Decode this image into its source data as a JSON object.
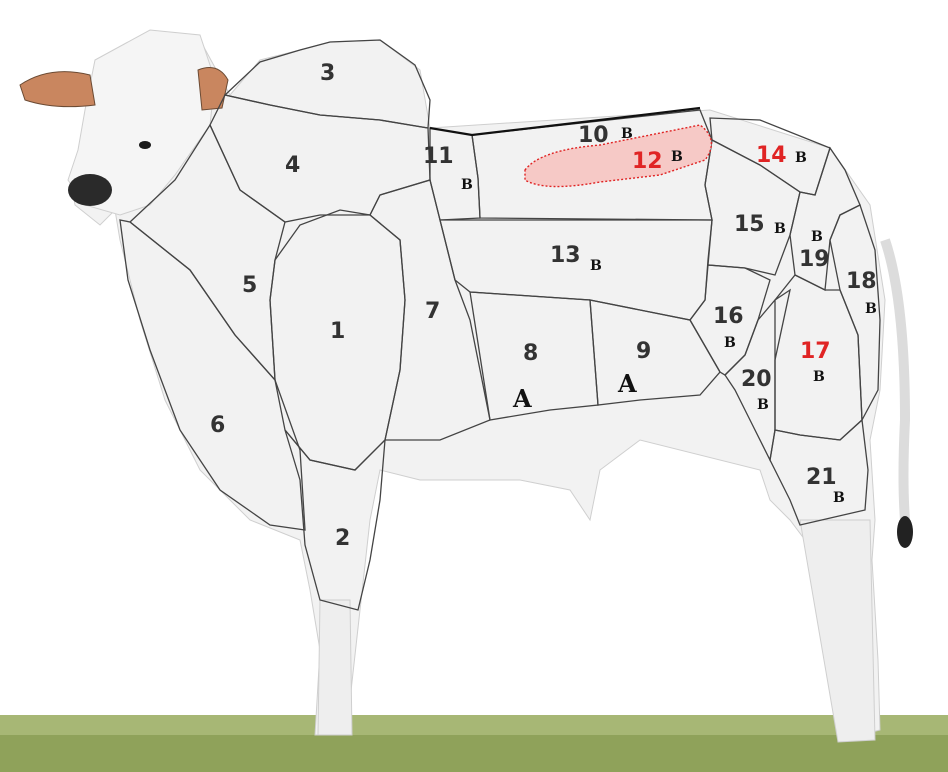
{
  "colors": {
    "forequarter": "#f0efc7",
    "grade_a": "#f1c8ec",
    "highlight": "#f6c9c6",
    "label_red": "#e02424",
    "label_dark": "#333333",
    "body": "#f3f3f3",
    "grass": "#9db06a"
  },
  "cuts": [
    {
      "id": "1",
      "grade": ""
    },
    {
      "id": "2",
      "grade": ""
    },
    {
      "id": "3",
      "grade": ""
    },
    {
      "id": "4",
      "grade": ""
    },
    {
      "id": "5",
      "grade": ""
    },
    {
      "id": "6",
      "grade": ""
    },
    {
      "id": "7",
      "grade": ""
    },
    {
      "id": "8",
      "grade": "A"
    },
    {
      "id": "9",
      "grade": "A"
    },
    {
      "id": "10",
      "grade": "B"
    },
    {
      "id": "11",
      "grade": "B"
    },
    {
      "id": "12",
      "grade": "B"
    },
    {
      "id": "13",
      "grade": "B"
    },
    {
      "id": "14",
      "grade": "B"
    },
    {
      "id": "15",
      "grade": "B"
    },
    {
      "id": "16",
      "grade": "B"
    },
    {
      "id": "17",
      "grade": "B"
    },
    {
      "id": "18",
      "grade": "B"
    },
    {
      "id": "19",
      "grade": "B"
    },
    {
      "id": "20",
      "grade": "B"
    },
    {
      "id": "21",
      "grade": "B"
    }
  ]
}
